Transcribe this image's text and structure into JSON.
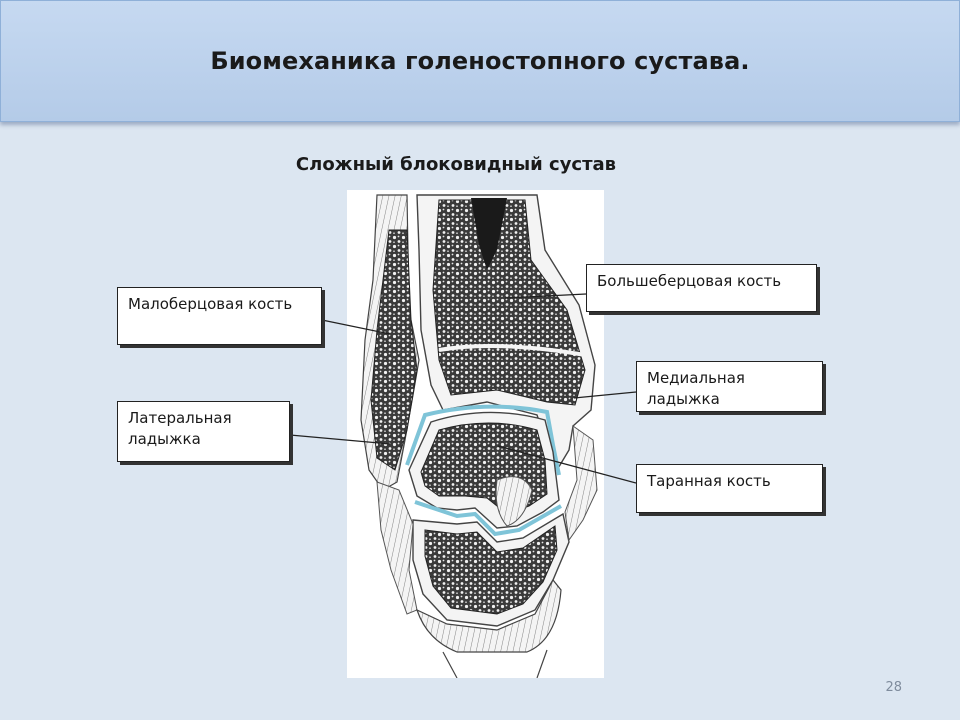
{
  "slide": {
    "title": "Биомеханика голеностопного сустава.",
    "subtitle": "Сложный блоковидный сустав",
    "page_number": "28"
  },
  "labels": {
    "fibula": "Малоберцовая кость",
    "lateral_malleolus": "Латеральная ладыжка",
    "tibia": "Большеберцовая кость",
    "medial_malleolus": "Медиальная ладыжка",
    "talus": "Таранная кость"
  },
  "colors": {
    "background": "#dce6f1",
    "header": "#c6d9f1",
    "cartilage": "#7fc4d8"
  }
}
